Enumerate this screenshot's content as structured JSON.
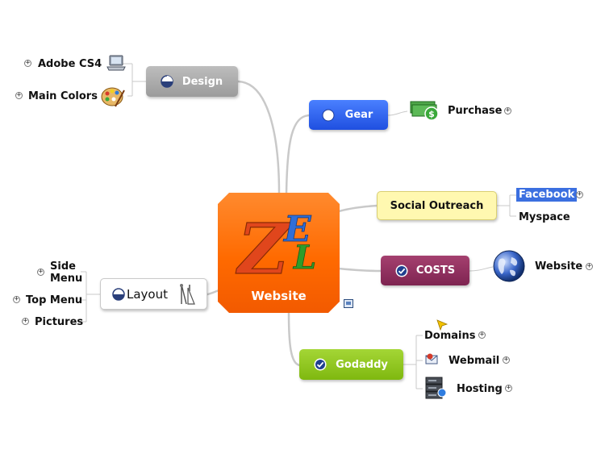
{
  "central": {
    "title": "Website",
    "logo_letters": [
      "Z",
      "E",
      "L"
    ]
  },
  "branches": {
    "design": {
      "label": "Design",
      "icon": "pie-chart-icon",
      "color": "#a7a7a7"
    },
    "gear": {
      "label": "Gear",
      "icon": "white-circle-icon",
      "color": "#2f5fe6"
    },
    "social": {
      "label": "Social Outreach",
      "color": "#fff6a8"
    },
    "costs": {
      "label": "COSTS",
      "icon": "check-circle-icon",
      "color": "#8e2f5e"
    },
    "godaddy": {
      "label": "Godaddy",
      "icon": "check-circle-icon",
      "color": "#8fc21b"
    },
    "layout": {
      "label": "Layout",
      "icon": "pie-chart-icon",
      "color": "#ffffff"
    }
  },
  "leaves": {
    "adobe": {
      "label": "Adobe CS4",
      "icon": "laptop-icon"
    },
    "colors": {
      "label": "Main Colors",
      "icon": "palette-icon"
    },
    "purchase": {
      "label": "Purchase",
      "icon": "money-icon"
    },
    "facebook": {
      "label": "Facebook"
    },
    "myspace": {
      "label": "Myspace"
    },
    "website": {
      "label": "Website",
      "icon": "globe-icon"
    },
    "side_menu": {
      "label_line1": "Side",
      "label_line2": "Menu"
    },
    "top_menu": {
      "label": "Top Menu"
    },
    "pictures": {
      "label": "Pictures"
    },
    "domains": {
      "label": "Domains",
      "icon": "pointer-icon"
    },
    "webmail": {
      "label": "Webmail",
      "icon": "mail-icon"
    },
    "hosting": {
      "label": "Hosting",
      "icon": "server-icon"
    }
  },
  "colors": {
    "connector": "#c8c8c8",
    "facebook_bg": "#3b6fe0",
    "central_orange": "#ff6a00"
  }
}
